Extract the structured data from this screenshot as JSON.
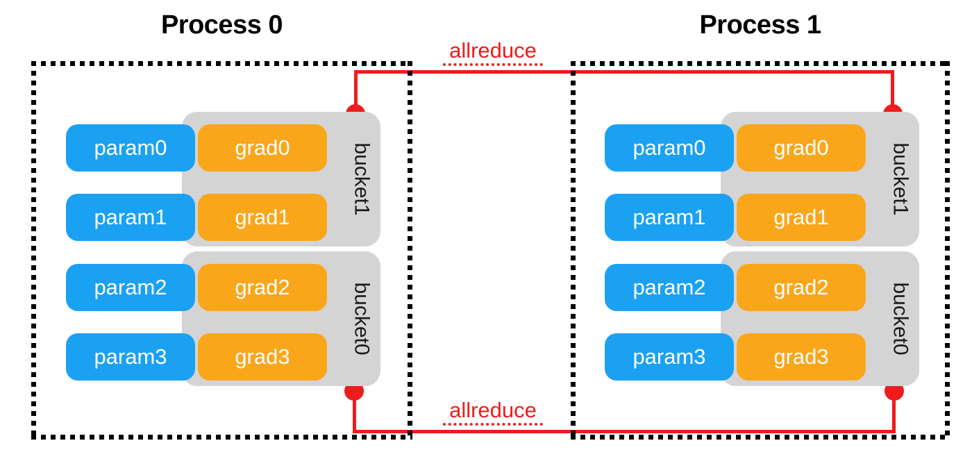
{
  "diagram": {
    "title_alt": "DistributedDataParallel gradient bucketing and allreduce across two processes",
    "colors": {
      "param": "#1ba1f2",
      "grad": "#faa61a",
      "bucket": "#d4d4d4",
      "wire": "#ee1c1c",
      "border": "#000000",
      "pill_text": "#ffffff"
    }
  },
  "processes": [
    {
      "id": "process-0",
      "title": "Process 0",
      "buckets": [
        {
          "id": "p0-bucket1",
          "label": "bucket1",
          "rows": [
            {
              "param": "param0",
              "grad": "grad0"
            },
            {
              "param": "param1",
              "grad": "grad1"
            }
          ]
        },
        {
          "id": "p0-bucket0",
          "label": "bucket0",
          "rows": [
            {
              "param": "param2",
              "grad": "grad2"
            },
            {
              "param": "param3",
              "grad": "grad3"
            }
          ]
        }
      ]
    },
    {
      "id": "process-1",
      "title": "Process 1",
      "buckets": [
        {
          "id": "p1-bucket1",
          "label": "bucket1",
          "rows": [
            {
              "param": "param0",
              "grad": "grad0"
            },
            {
              "param": "param1",
              "grad": "grad1"
            }
          ]
        },
        {
          "id": "p1-bucket0",
          "label": "bucket0",
          "rows": [
            {
              "param": "param2",
              "grad": "grad2"
            },
            {
              "param": "param3",
              "grad": "grad3"
            }
          ]
        }
      ]
    }
  ],
  "connections": [
    {
      "id": "allreduce-top",
      "label": "allreduce",
      "from": "p0-bucket1",
      "to": "p1-bucket1"
    },
    {
      "id": "allreduce-bottom",
      "label": "allreduce",
      "from": "p0-bucket0",
      "to": "p1-bucket0"
    }
  ]
}
